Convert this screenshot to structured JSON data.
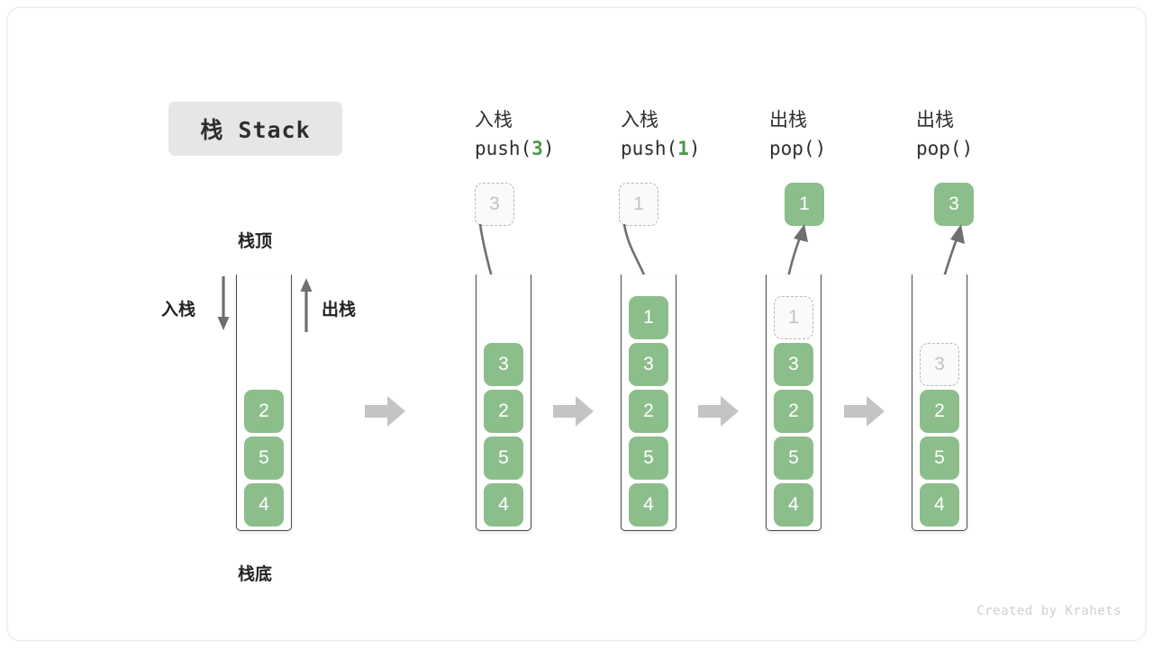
{
  "title": {
    "text": "栈 Stack"
  },
  "labels": {
    "top": "栈顶",
    "bottom": "栈底",
    "push_side": "入栈",
    "pop_side": "出栈"
  },
  "colors": {
    "cell_green": "#8cbe8c",
    "ghost_gray": "#c2c2c2",
    "accent_green": "#4a9a4a",
    "arrow_gray": "#c4c4c4",
    "line_gray": "#6f6f6f",
    "badge_bg": "#e6e6e6"
  },
  "stages": [
    {
      "id": "initial",
      "header_cn": "",
      "header_code": "",
      "cells_bottom_to_top": [
        "4",
        "5",
        "2"
      ],
      "floating": null,
      "ghost_in_stack": null
    },
    {
      "id": "push-3",
      "header_cn": "入栈",
      "header_code_prefix": "push(",
      "header_code_value": "3",
      "header_code_suffix": ")",
      "cells_bottom_to_top": [
        "4",
        "5",
        "2",
        "3"
      ],
      "floating": {
        "kind": "ghost",
        "value": "3"
      },
      "ghost_in_stack": null
    },
    {
      "id": "push-1",
      "header_cn": "入栈",
      "header_code_prefix": "push(",
      "header_code_value": "1",
      "header_code_suffix": ")",
      "cells_bottom_to_top": [
        "4",
        "5",
        "2",
        "3",
        "1"
      ],
      "floating": {
        "kind": "ghost",
        "value": "1"
      },
      "ghost_in_stack": null
    },
    {
      "id": "pop-1",
      "header_cn": "出栈",
      "header_code_prefix": "pop(",
      "header_code_value": "",
      "header_code_suffix": ")",
      "cells_bottom_to_top": [
        "4",
        "5",
        "2",
        "3"
      ],
      "floating": {
        "kind": "solid",
        "value": "1"
      },
      "ghost_in_stack": {
        "value": "1"
      }
    },
    {
      "id": "pop-3",
      "header_cn": "出栈",
      "header_code_prefix": "pop(",
      "header_code_value": "",
      "header_code_suffix": ")",
      "cells_bottom_to_top": [
        "4",
        "5",
        "2"
      ],
      "floating": {
        "kind": "solid",
        "value": "3"
      },
      "ghost_in_stack": {
        "value": "3"
      }
    }
  ],
  "headers": {
    "h2_cn": "入栈",
    "h2_code_pre": "push(",
    "h2_code_val": "3",
    "h2_code_post": ")",
    "h3_cn": "入栈",
    "h3_code_pre": "push(",
    "h3_code_val": "1",
    "h3_code_post": ")",
    "h4_cn": "出栈",
    "h4_code_pre": "pop(",
    "h4_code_val": "",
    "h4_code_post": ")",
    "h5_cn": "出栈",
    "h5_code_pre": "pop(",
    "h5_code_val": "",
    "h5_code_post": ")"
  },
  "cells": {
    "s1": {
      "c0": "4",
      "c1": "5",
      "c2": "2"
    },
    "s2": {
      "c0": "4",
      "c1": "5",
      "c2": "2",
      "c3": "3"
    },
    "s3": {
      "c0": "4",
      "c1": "5",
      "c2": "2",
      "c3": "3",
      "c4": "1"
    },
    "s4": {
      "c0": "4",
      "c1": "5",
      "c2": "2",
      "c3": "3",
      "ghost": "1"
    },
    "s5": {
      "c0": "4",
      "c1": "5",
      "c2": "2",
      "ghost": "3"
    }
  },
  "floating": {
    "f2": "3",
    "f3": "1",
    "f4": "1",
    "f5": "3"
  },
  "credit": "Created by Krahets"
}
